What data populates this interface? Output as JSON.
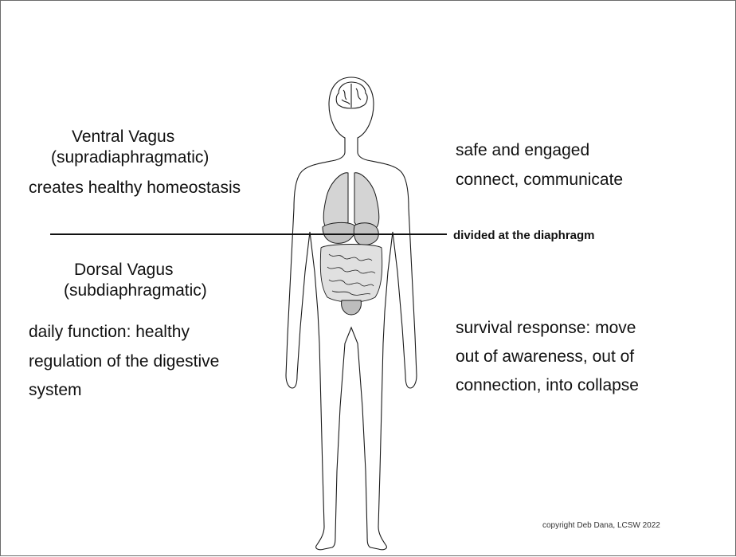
{
  "ventral": {
    "title": "Ventral Vagus",
    "subtitle": "(supradiaphragmatic)",
    "description": "creates healthy homeostasis",
    "right_line1": "safe and engaged",
    "right_line2": "connect, communicate"
  },
  "diaphragm_label": "divided at the diaphragm",
  "dorsal": {
    "title": "Dorsal Vagus",
    "subtitle": "(subdiaphragmatic)",
    "left_line1": "daily function: healthy",
    "left_line2": "regulation of the digestive",
    "left_line3": "system",
    "right_line1": "survival response: move",
    "right_line2": "out of awareness, out of",
    "right_line3": "connection,  into collapse"
  },
  "copyright": "copyright Deb Dana, LCSW 2022",
  "colors": {
    "organ_fill": "#d4d4d4",
    "outline": "#1a1a1a",
    "background": "#ffffff"
  }
}
